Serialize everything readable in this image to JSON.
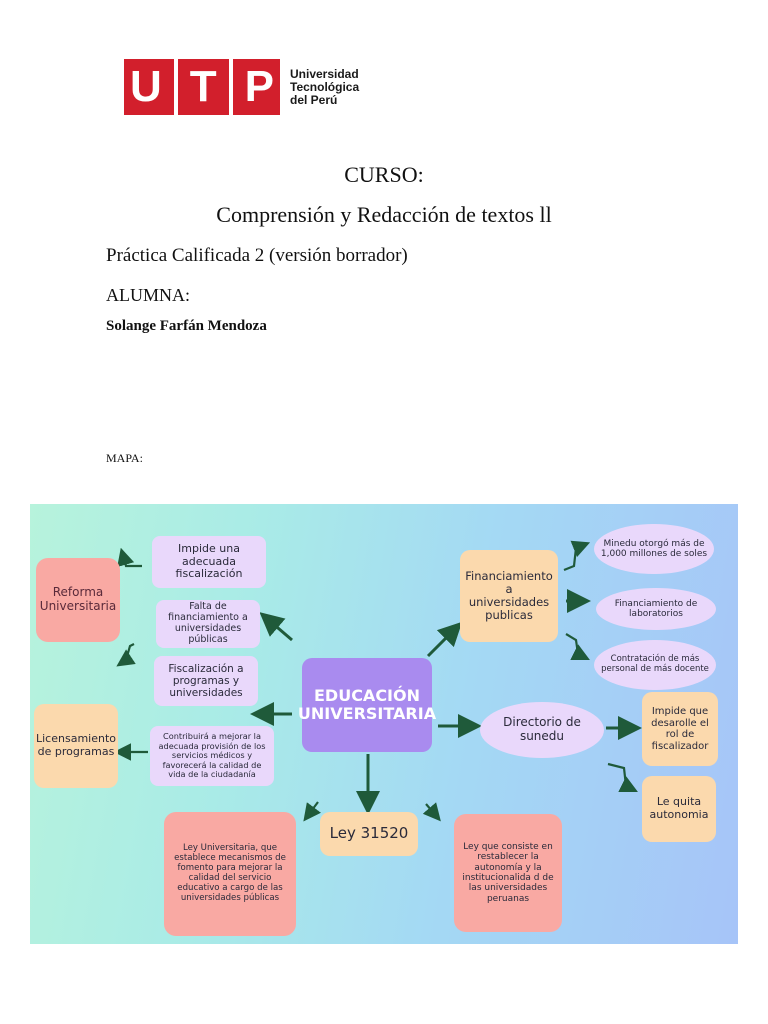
{
  "logo": {
    "letters": [
      "U",
      "T",
      "P"
    ],
    "lines": [
      "Universidad",
      "Tecnológica",
      "del Perú"
    ]
  },
  "header": {
    "curso": "CURSO:",
    "course_name": "Comprensión y Redacción de textos ll",
    "practice": "Práctica Calificada 2 (versión borrador)",
    "student_label": "ALUMNA:",
    "student_name": "Solange Farfán Mendoza",
    "map_label": "MAPA:"
  },
  "map": {
    "center": "EDUCACIÓN UNIVERSITARIA",
    "reforma": "Reforma Universitaria",
    "impide_fisc": "Impide una adecuada fiscalización",
    "falta_fin": "Falta de financiamiento a universidades públicas",
    "fisc_prog": "Fiscalización a programas y universidades",
    "licens": "Licensamiento de programas",
    "contribuira": "Contribuirá a mejorar la adecuada provisión de los servicios médicos y favorecerá la calidad de vida de la ciudadanía",
    "ley_num": "Ley 31520",
    "ley_univ": "Ley Universitaria, que establece mecanismos de fomento para mejorar la calidad del servicio educativo a cargo de las universidades públicas",
    "ley_que": "Ley que consiste en restablecer la autonomía y la institucionalida d de las universidades peruanas",
    "financ": "Financiamiento a universidades publicas",
    "minedu": "Minedu otorgó más de 1,000 millones de soles",
    "fin_lab": "Financiamiento de laboratorios",
    "contrat": "Contratación de más personal de más docente",
    "directorio": "Directorio de sunedu",
    "impide_que": "Impide que desarolle el rol de fiscalizador",
    "le_quita": "Le quita autonomia"
  },
  "colors": {
    "brand_red": "#d21f2c",
    "arrow": "#1f5a3a",
    "center": "#a98bef"
  }
}
